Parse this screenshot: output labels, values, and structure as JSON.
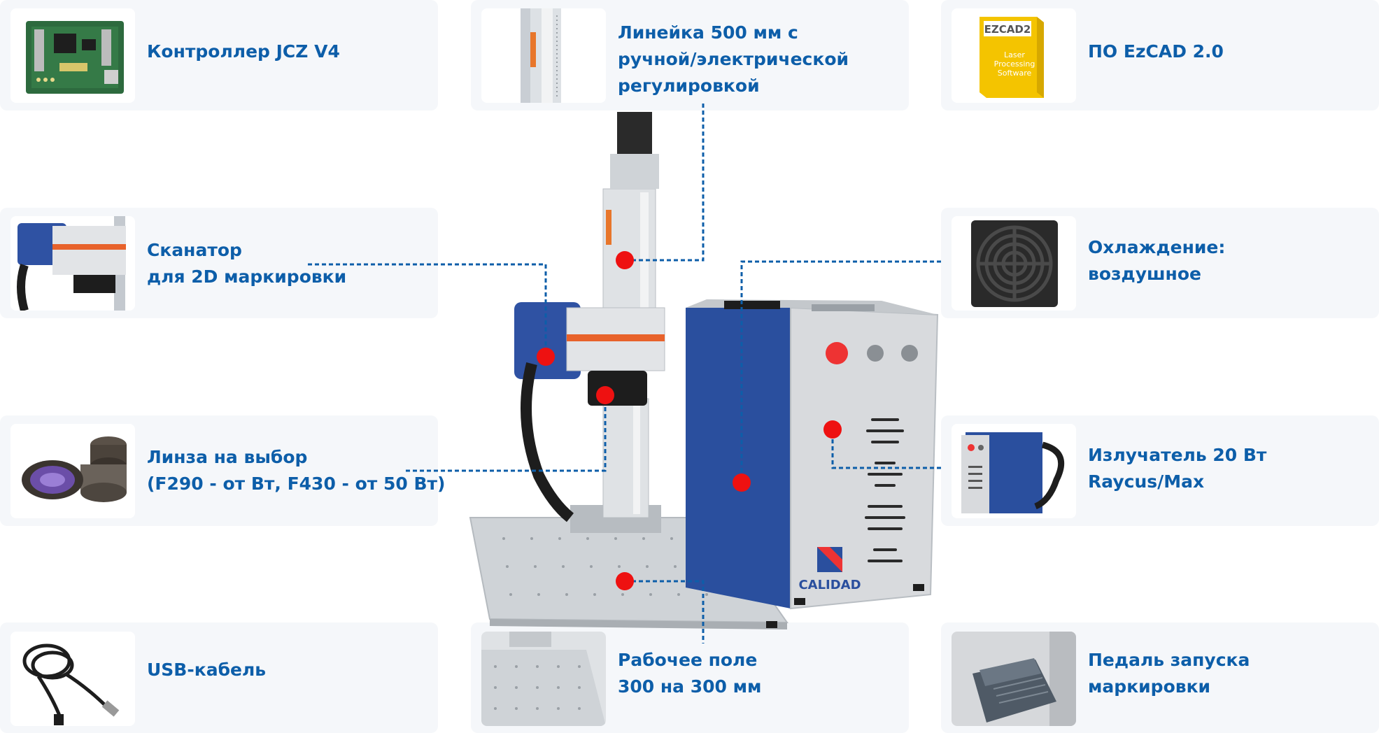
{
  "colors": {
    "accent": "#0d5ea9",
    "marker": "#ee1111",
    "card_bg": "#f5f7fa",
    "machine_blue": "#2a4f9e"
  },
  "items": [
    {
      "name": "controller",
      "icon": "controller-board-icon",
      "lines": [
        "Контроллер JCZ V4"
      ]
    },
    {
      "name": "ruler",
      "icon": "linear-rail-icon",
      "lines": [
        "Линейка 500 мм с",
        "ручной/электрической",
        "регулировкой"
      ]
    },
    {
      "name": "software",
      "icon": "software-box-icon",
      "lines": [
        "ПО EzCAD 2.0"
      ]
    },
    {
      "name": "scanner",
      "icon": "scanner-head-icon",
      "lines": [
        "Сканатор",
        "для 2D маркировки"
      ]
    },
    {
      "name": "cooling",
      "icon": "fan-grill-icon",
      "lines": [
        "Охлаждение:",
        "воздушное"
      ]
    },
    {
      "name": "lens",
      "icon": "lens-icon",
      "lines": [
        "Линза на выбор",
        "(F290 - от  Вт, F430 - от 50 Вт)"
      ]
    },
    {
      "name": "emitter",
      "icon": "laser-source-icon",
      "lines": [
        "Излучатель 20 Вт",
        "Raycus/Max"
      ]
    },
    {
      "name": "usb",
      "icon": "usb-cable-icon",
      "lines": [
        "USB-кабель"
      ]
    },
    {
      "name": "workfield",
      "icon": "work-table-icon",
      "lines": [
        "Рабочее поле",
        "300 на 300 мм"
      ]
    },
    {
      "name": "pedal",
      "icon": "foot-pedal-icon",
      "lines": [
        "Педаль запуска",
        "маркировки"
      ]
    }
  ],
  "images": {
    "software_box_text": [
      "EZCAD2",
      "Laser",
      "Processing",
      "Software"
    ],
    "brand": "CALIDAD"
  }
}
